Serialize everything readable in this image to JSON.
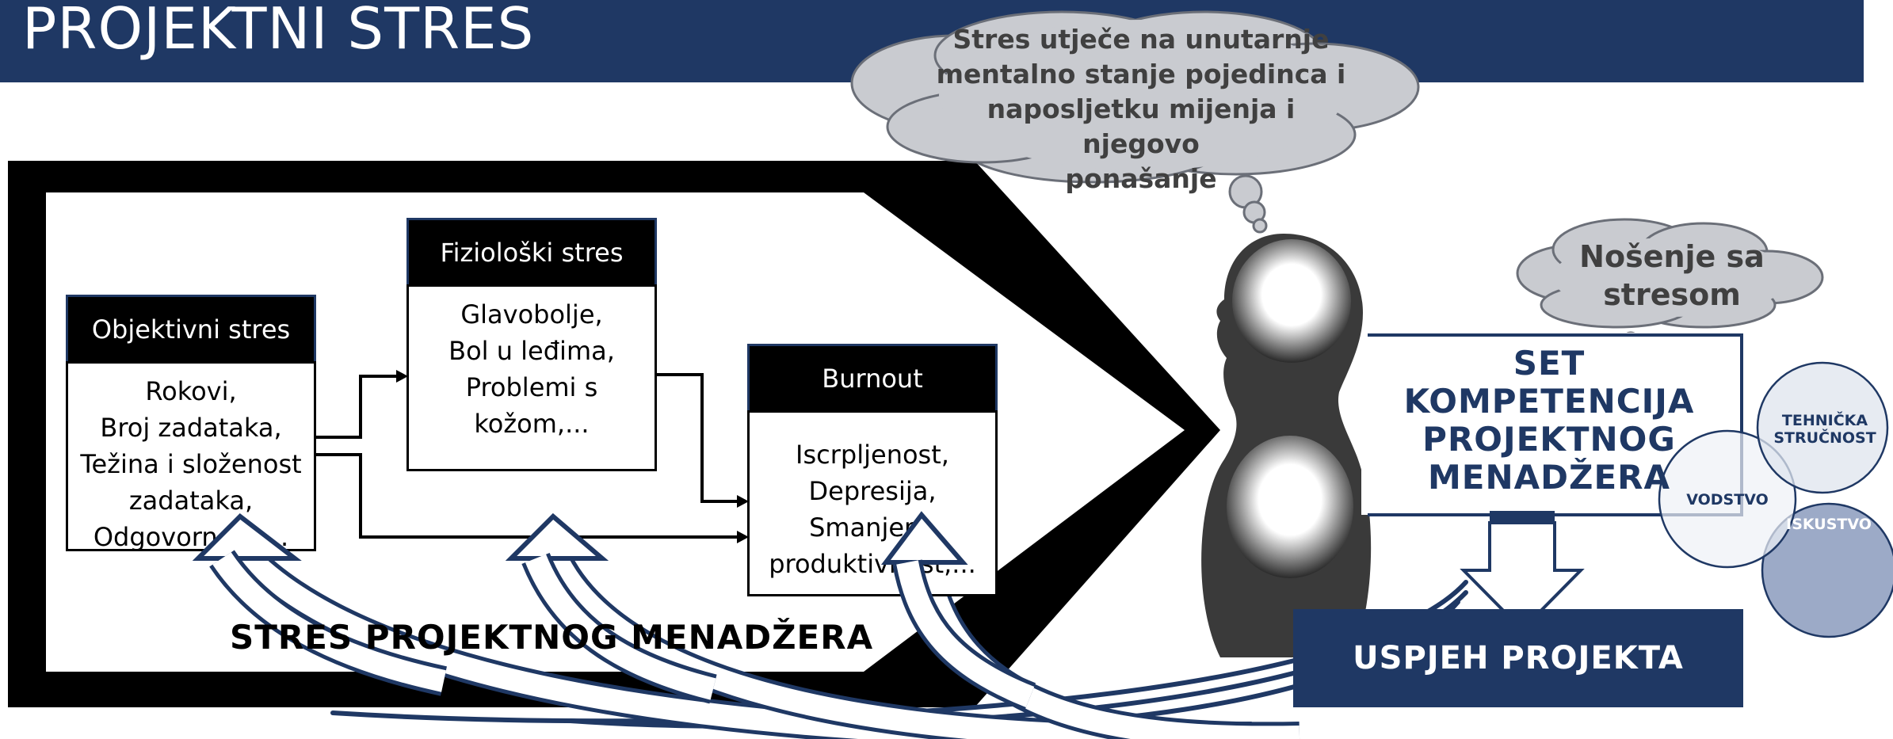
{
  "page": {
    "title": "PROJEKTNI STRES"
  },
  "stress_boxes": [
    {
      "header": "Objektivni stres",
      "body": "Rokovi,\nBroj zadataka,\nTežina i složenost\nzadataka,\nOdgovornost,..."
    },
    {
      "header": "Fiziološki stres",
      "body": "Glavobolje,\nBol u leđima,\nProblemi s\nkožom,..."
    },
    {
      "header": "Burnout",
      "body": "Iscrpljenost,\nDepresija,\nSmanjena\nproduktivnost,..."
    }
  ],
  "frame_label": "STRES PROJEKTNOG MENADŽERA",
  "thought_main": "Stres utječe na unutarnje\nmentalno stanje pojedinca i\nnaposljetku mijenja i njegovo\nponašanje",
  "thought_small": "Nošenje sa\nstresom",
  "competency_set": "SET\nKOMPETENCIJA\nPROJEKTNOG\nMENADŽERA",
  "venn": {
    "technical": "TEHNIČKA\nSTRUČNOST",
    "leadership": "VODSTVO",
    "experience": "ISKUSTVO"
  },
  "success": "USPJEH PROJEKTA",
  "colors": {
    "navy": "#1f3864",
    "black": "#000000",
    "cloud": "#c9cbd0",
    "venn_fill": "#e3e7ef"
  }
}
